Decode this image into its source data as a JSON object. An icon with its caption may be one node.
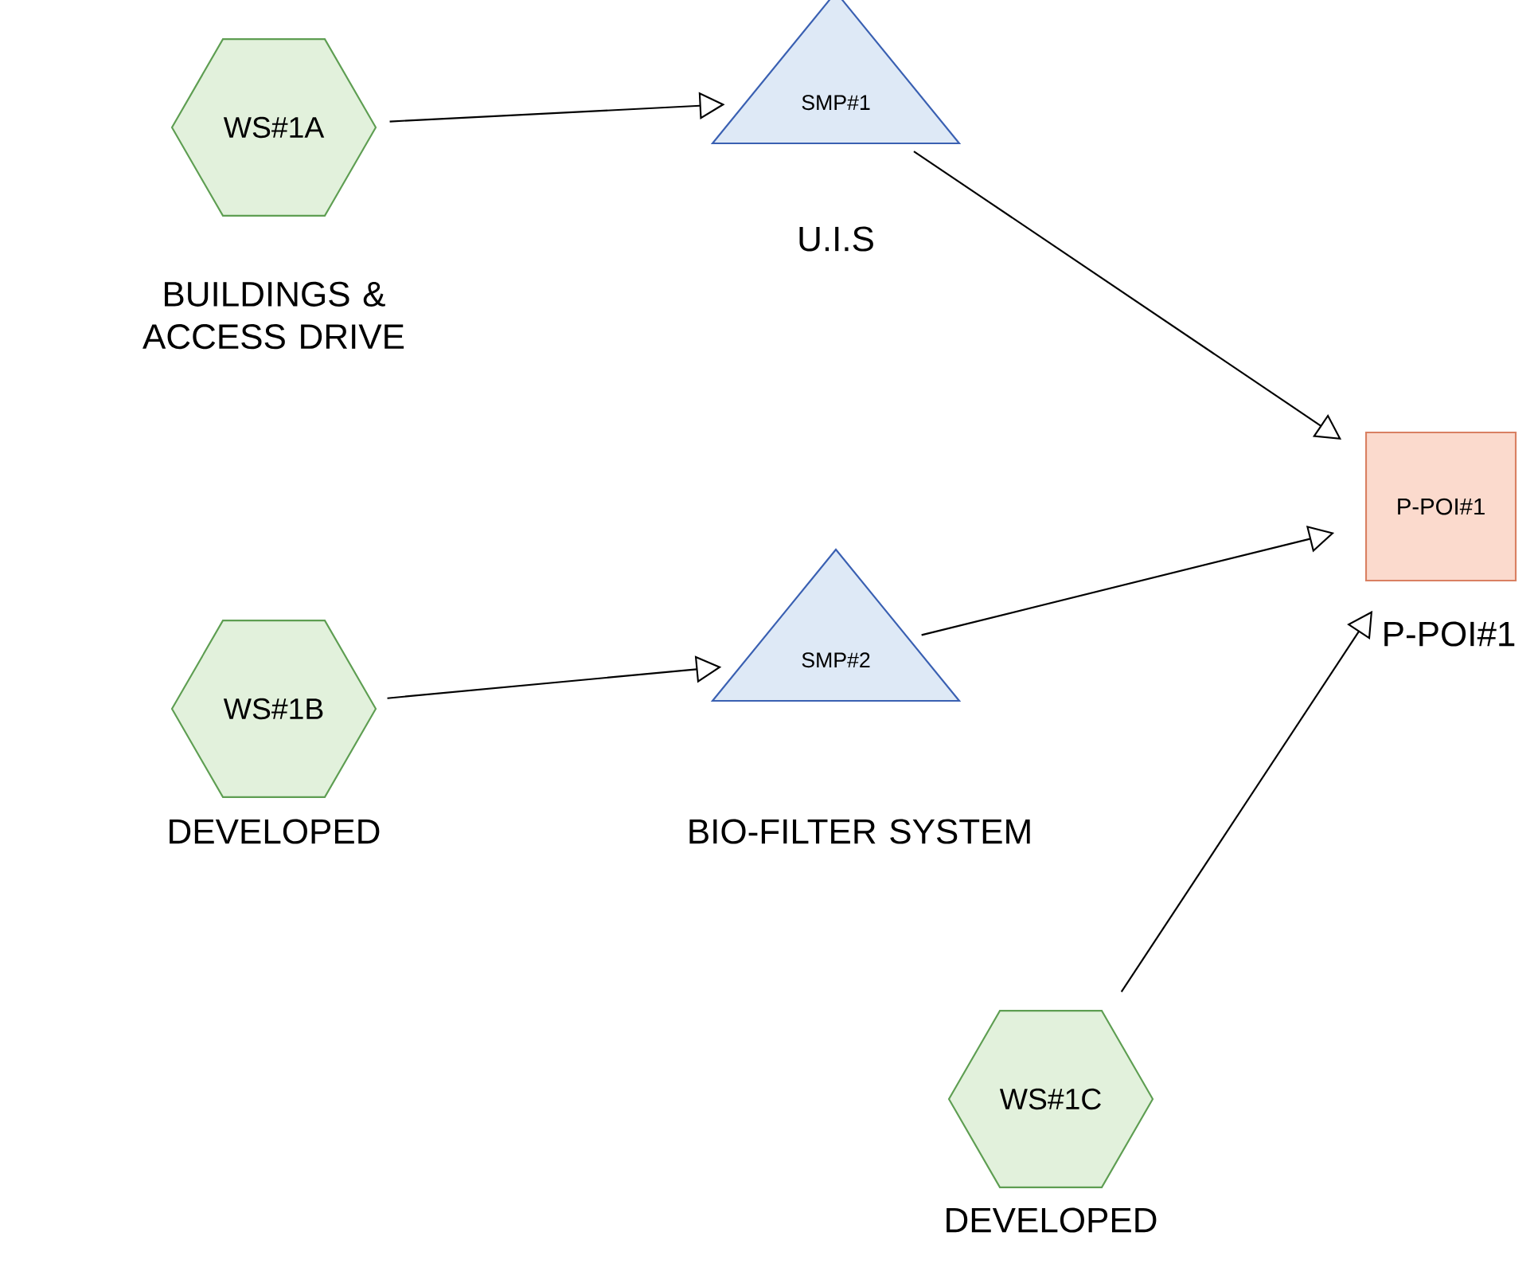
{
  "diagram": {
    "nodes": [
      {
        "text": [
          "WS#1A"
        ],
        "beside": [
          "BUILDINGS & ACCESS DRIVE"
        ]
      },
      {
        "text": [
          "SMP#1"
        ],
        "beside": [
          "U.I.S"
        ]
      },
      {
        "text": [
          "P-POI#1"
        ],
        "beside": [
          "P-POI#1"
        ]
      },
      {
        "text": [
          "WS#1B"
        ],
        "beside": [
          "DEVELOPED"
        ]
      },
      {
        "text": [
          "SMP#2"
        ],
        "beside": [
          "BIO-FILTER SYSTEM"
        ]
      },
      {
        "text": [
          "WS#1C"
        ],
        "beside": [
          "DEVELOPED"
        ]
      }
    ],
    "edges": [
      {
        "from": 0,
        "to": 1,
        "arrow": "to"
      },
      {
        "from": 1,
        "to": 2,
        "arrow": "to"
      },
      {
        "from": 3,
        "to": 4,
        "arrow": "to"
      },
      {
        "from": 4,
        "to": 2,
        "arrow": "to"
      },
      {
        "from": 5,
        "to": 2,
        "arrow": "to"
      }
    ]
  }
}
